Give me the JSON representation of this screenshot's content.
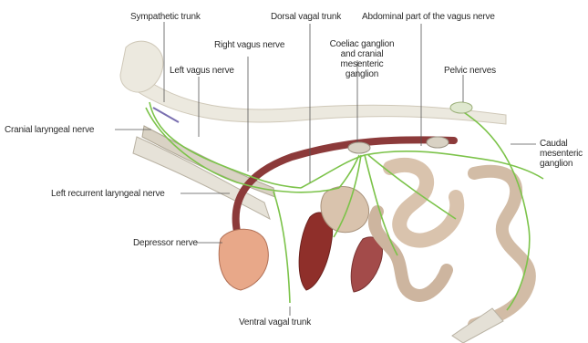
{
  "labels": {
    "sympathetic_trunk": "Sympathetic trunk",
    "dorsal_vagal_trunk": "Dorsal vagal trunk",
    "abdominal_vagus": "Abdominal part of the vagus nerve",
    "right_vagus": "Right vagus nerve",
    "celiac_ganglion": "Coeliac ganglion and cranial mesenteric ganglion",
    "left_vagus": "Left vagus nerve",
    "pelvic_nerves": "Pelvic nerves",
    "cranial_laryngeal": "Cranial laryngeal nerve",
    "caudal_mesenteric": "Caudal mesenteric ganglion",
    "left_recurrent_laryngeal": "Left recurrent laryngeal nerve",
    "depressor_nerve": "Depressor nerve",
    "ventral_vagal_trunk": "Ventral vagal trunk"
  },
  "colors": {
    "nerve": "#7cc34a",
    "sympathetic": "#7a6fb0",
    "vessel": "#8c3a3a",
    "spine": "#e9e6dc",
    "organ": "#d9c3ad",
    "heart": "#e8a889",
    "spleen": "#8f2f2a",
    "leader": "#555555"
  }
}
